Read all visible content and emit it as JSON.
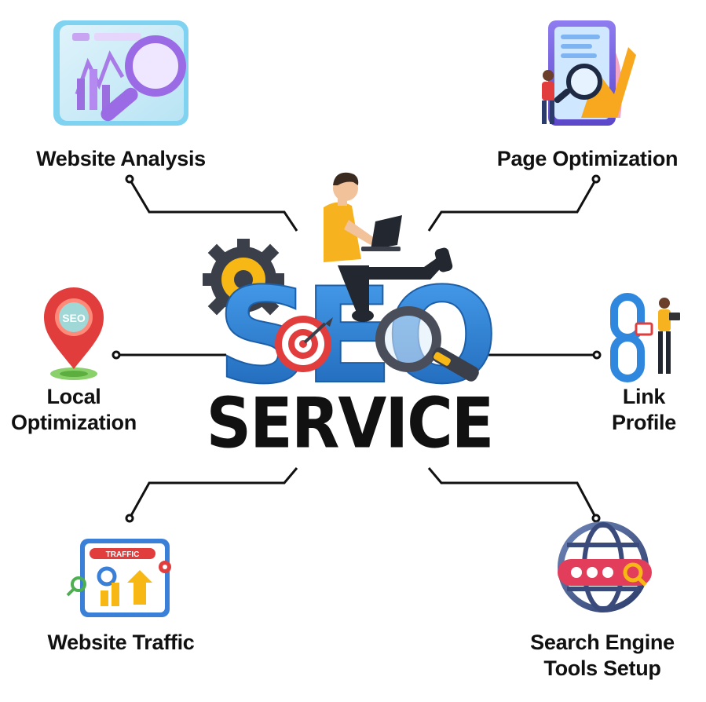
{
  "center": {
    "seo": "SEO",
    "service": "SERVICE"
  },
  "nodes": [
    {
      "id": "website-analysis",
      "lines": [
        "Website Analysis"
      ],
      "icon": "analysis-magnifier-chart-icon"
    },
    {
      "id": "page-optimization",
      "lines": [
        "Page Optimization"
      ],
      "icon": "tablet-magnifier-person-icon"
    },
    {
      "id": "local-optimization",
      "lines": [
        "Local",
        "Optimization"
      ],
      "icon": "seo-location-pin-icon"
    },
    {
      "id": "link-profile",
      "lines": [
        "Link",
        "Profile"
      ],
      "icon": "chain-link-person-icon"
    },
    {
      "id": "website-traffic",
      "lines": [
        "Website Traffic"
      ],
      "icon": "traffic-browser-icon",
      "badge": "TRAFFIC"
    },
    {
      "id": "search-engine-tools",
      "lines": [
        "Search Engine",
        "Tools Setup"
      ],
      "icon": "globe-search-bar-icon"
    }
  ],
  "colors": {
    "seo_blue": "#2a7fd6",
    "seo_blue_dark": "#1c5fa8",
    "gear_yellow": "#f7b815",
    "gear_dark": "#3b3f4a",
    "target_red": "#e23d3d",
    "shirt_yellow": "#f7b21f",
    "pants_dark": "#23272f",
    "line": "#111111"
  }
}
